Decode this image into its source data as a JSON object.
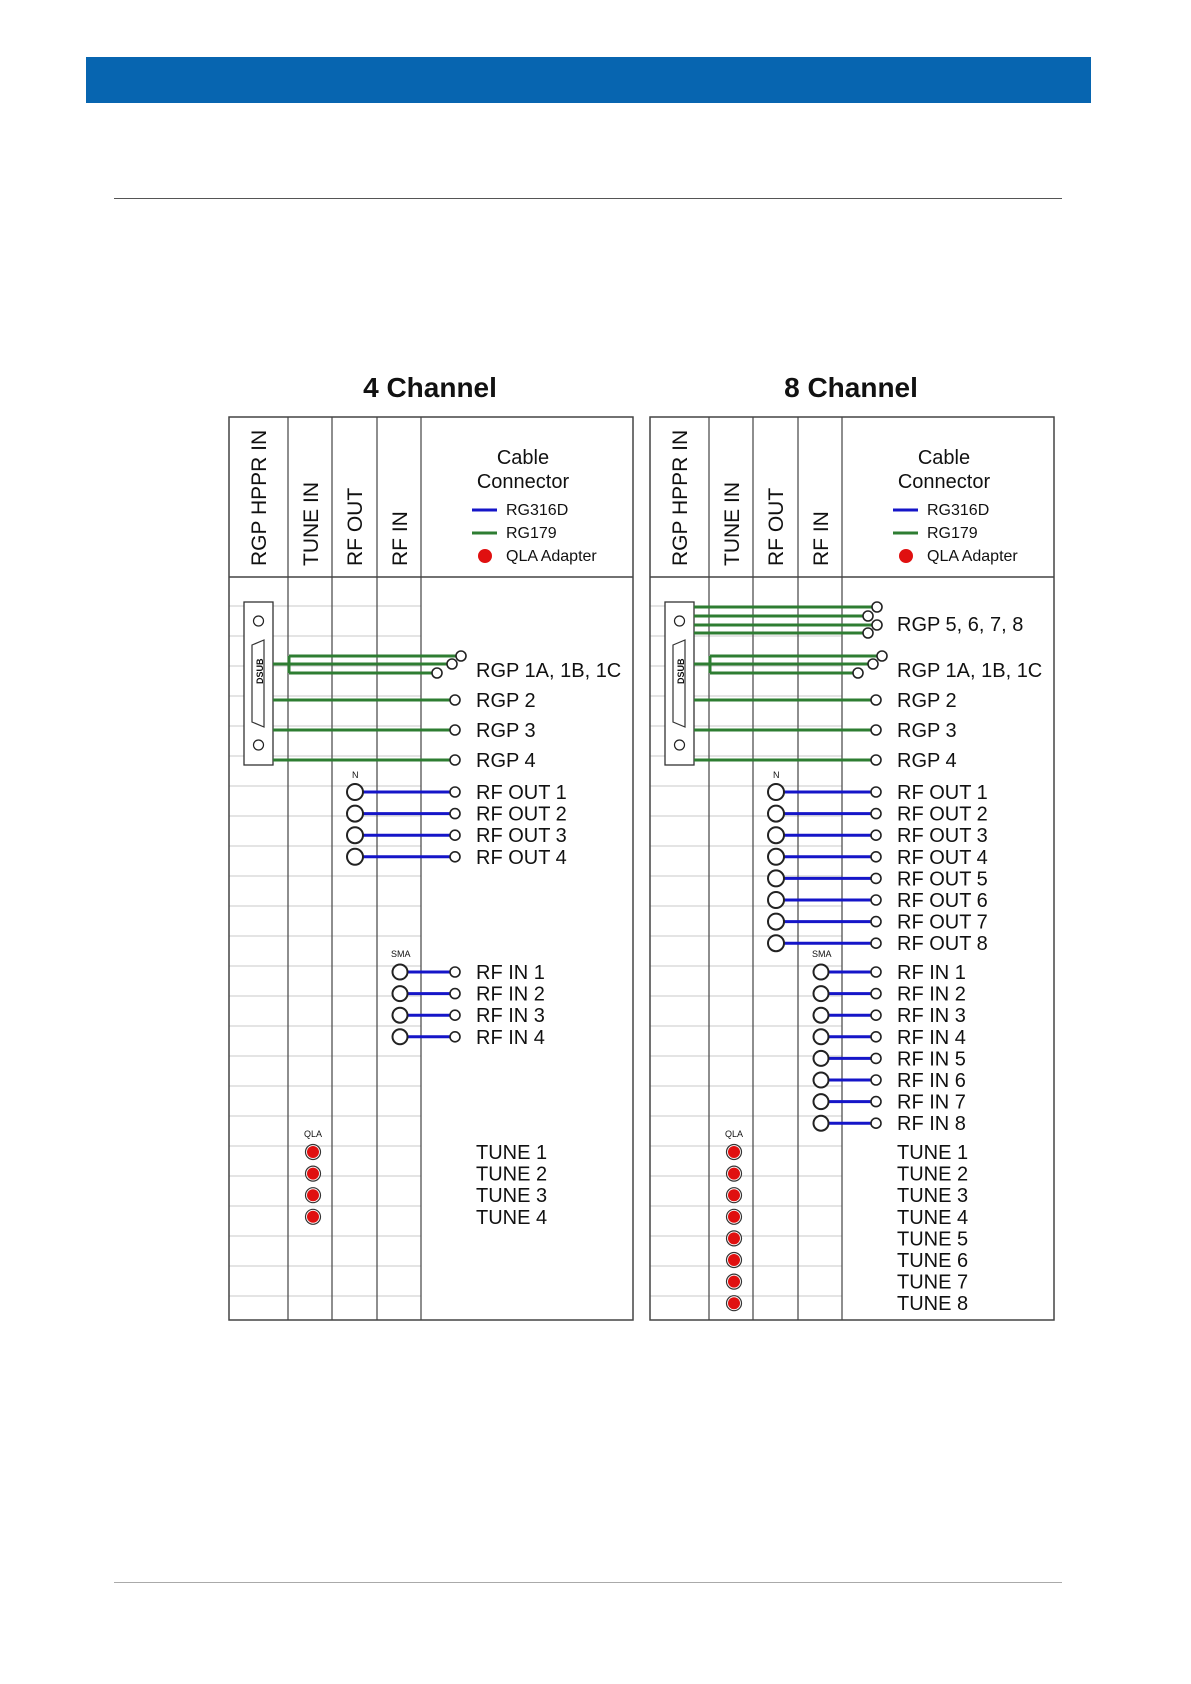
{
  "colors": {
    "header_bar": "#0765B0",
    "rg316d": "#1515C8",
    "rg179": "#2E7D32",
    "qla": "#E01010",
    "grid": "#c8c8c8",
    "frame": "#444444"
  },
  "columns": [
    "RGP HPPR IN",
    "TUNE IN",
    "RF OUT",
    "RF IN"
  ],
  "legend": {
    "title_line1": "Cable",
    "title_line2": "Connector",
    "items": [
      {
        "label": "RG316D",
        "kind": "blue-line"
      },
      {
        "label": "RG179",
        "kind": "green-line"
      },
      {
        "label": "QLA Adapter",
        "kind": "red-dot"
      }
    ]
  },
  "connector_tags": {
    "dsub": "DSUB",
    "n": "N",
    "sma": "SMA",
    "qla": "QLA"
  },
  "panels": [
    {
      "title": "4 Channel",
      "rgp_extra": null,
      "rgp_labels": [
        "RGP 1A, 1B, 1C",
        "RGP 2",
        "RGP 3",
        "RGP 4"
      ],
      "rf_out": [
        "RF OUT 1",
        "RF OUT 2",
        "RF OUT 3",
        "RF OUT 4"
      ],
      "rf_in": [
        "RF IN 1",
        "RF IN 2",
        "RF IN 3",
        "RF IN 4"
      ],
      "tune": [
        "TUNE 1",
        "TUNE 2",
        "TUNE 3",
        "TUNE 4"
      ]
    },
    {
      "title": "8 Channel",
      "rgp_extra": "RGP 5, 6, 7, 8",
      "rgp_labels": [
        "RGP 1A, 1B, 1C",
        "RGP 2",
        "RGP 3",
        "RGP 4"
      ],
      "rf_out": [
        "RF OUT 1",
        "RF OUT 2",
        "RF OUT 3",
        "RF OUT 4",
        "RF OUT 5",
        "RF OUT 6",
        "RF OUT 7",
        "RF OUT 8"
      ],
      "rf_in": [
        "RF IN 1",
        "RF IN 2",
        "RF IN 3",
        "RF IN 4",
        "RF IN 5",
        "RF IN 6",
        "RF IN 7",
        "RF IN 8"
      ],
      "tune": [
        "TUNE 1",
        "TUNE 2",
        "TUNE 3",
        "TUNE 4",
        "TUNE 5",
        "TUNE 6",
        "TUNE 7",
        "TUNE 8"
      ]
    }
  ]
}
